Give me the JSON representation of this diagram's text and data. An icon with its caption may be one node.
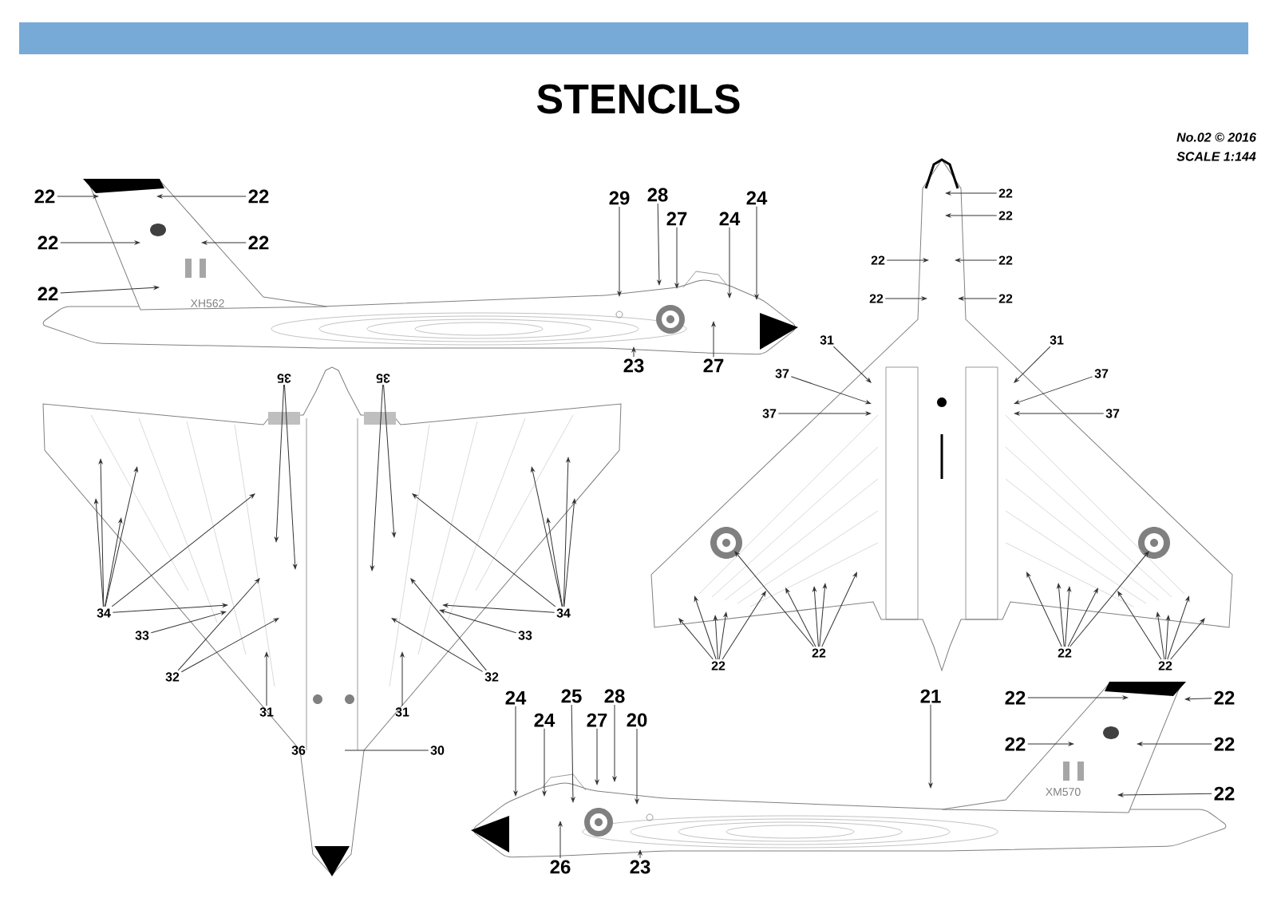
{
  "diagram": {
    "title": "STENCILS",
    "nodes": [
      {
        "text": [
          "22"
        ]
      },
      {
        "text": [
          "22"
        ]
      },
      {
        "text": [
          "22"
        ]
      },
      {
        "text": [
          "22"
        ]
      },
      {
        "text": [
          "22"
        ]
      },
      {
        "text": [
          "29"
        ]
      },
      {
        "text": [
          "28"
        ]
      },
      {
        "text": [
          "27"
        ]
      },
      {
        "text": [
          "24"
        ]
      },
      {
        "text": [
          "24"
        ]
      },
      {
        "text": [
          "23"
        ]
      },
      {
        "text": [
          "27"
        ]
      },
      {
        "text": [
          "35"
        ]
      },
      {
        "text": [
          "35"
        ]
      },
      {
        "text": [
          "34"
        ]
      },
      {
        "text": [
          "34"
        ]
      },
      {
        "text": [
          "33"
        ]
      },
      {
        "text": [
          "33"
        ]
      },
      {
        "text": [
          "32"
        ]
      },
      {
        "text": [
          "32"
        ]
      },
      {
        "text": [
          "31"
        ]
      },
      {
        "text": [
          "31"
        ]
      },
      {
        "text": [
          "30"
        ]
      },
      {
        "text": [
          "22"
        ]
      },
      {
        "text": [
          "22"
        ]
      },
      {
        "text": [
          "22"
        ]
      },
      {
        "text": [
          "22"
        ]
      },
      {
        "text": [
          "22"
        ]
      },
      {
        "text": [
          "22"
        ]
      },
      {
        "text": [
          "31"
        ]
      },
      {
        "text": [
          "31"
        ]
      },
      {
        "text": [
          "37"
        ]
      },
      {
        "text": [
          "37"
        ]
      },
      {
        "text": [
          "37"
        ]
      },
      {
        "text": [
          "37"
        ]
      },
      {
        "text": [
          "22"
        ]
      },
      {
        "text": [
          "22"
        ]
      },
      {
        "text": [
          "22"
        ]
      },
      {
        "text": [
          "22"
        ]
      },
      {
        "text": [
          "24"
        ]
      },
      {
        "text": [
          "24"
        ]
      },
      {
        "text": [
          "25"
        ]
      },
      {
        "text": [
          "27"
        ]
      },
      {
        "text": [
          "28"
        ]
      },
      {
        "text": [
          "20"
        ]
      },
      {
        "text": [
          "26"
        ]
      },
      {
        "text": [
          "23"
        ]
      },
      {
        "text": [
          "21"
        ]
      },
      {
        "text": [
          "22"
        ]
      },
      {
        "text": [
          "22"
        ]
      },
      {
        "text": [
          "22"
        ]
      },
      {
        "text": [
          "22"
        ]
      },
      {
        "text": [
          "22"
        ]
      }
    ],
    "edges": [
      {
        "from": 0,
        "to": null,
        "arrow": "to"
      },
      {
        "from": 1,
        "to": null,
        "arrow": "to"
      },
      {
        "from": 2,
        "to": null,
        "arrow": "to"
      },
      {
        "from": 3,
        "to": null,
        "arrow": "to"
      },
      {
        "from": 4,
        "to": null,
        "arrow": "to"
      },
      {
        "from": 5,
        "to": null,
        "arrow": "to"
      },
      {
        "from": 6,
        "to": null,
        "arrow": "to"
      },
      {
        "from": 7,
        "to": null,
        "arrow": "to"
      },
      {
        "from": 8,
        "to": null,
        "arrow": "to"
      },
      {
        "from": 9,
        "to": null,
        "arrow": "to"
      },
      {
        "from": 10,
        "to": null,
        "arrow": "to"
      },
      {
        "from": 11,
        "to": null,
        "arrow": "to"
      },
      {
        "from": 12,
        "to": null,
        "arrow": "to"
      },
      {
        "from": 12,
        "to": null,
        "arrow": "to"
      },
      {
        "from": 13,
        "to": null,
        "arrow": "to"
      },
      {
        "from": 13,
        "to": null,
        "arrow": "to"
      },
      {
        "from": 14,
        "to": null,
        "arrow": "to"
      },
      {
        "from": 14,
        "to": null,
        "arrow": "to"
      },
      {
        "from": 14,
        "to": null,
        "arrow": "to"
      },
      {
        "from": 14,
        "to": null,
        "arrow": "to"
      },
      {
        "from": 14,
        "to": null,
        "arrow": "to"
      },
      {
        "from": 14,
        "to": null,
        "arrow": "to"
      },
      {
        "from": 15,
        "to": null,
        "arrow": "to"
      },
      {
        "from": 15,
        "to": null,
        "arrow": "to"
      },
      {
        "from": 15,
        "to": null,
        "arrow": "to"
      },
      {
        "from": 15,
        "to": null,
        "arrow": "to"
      },
      {
        "from": 15,
        "to": null,
        "arrow": "to"
      },
      {
        "from": 15,
        "to": null,
        "arrow": "to"
      },
      {
        "from": 16,
        "to": null,
        "arrow": "to"
      },
      {
        "from": 17,
        "to": null,
        "arrow": "to"
      },
      {
        "from": 18,
        "to": null,
        "arrow": "to"
      },
      {
        "from": 18,
        "to": null,
        "arrow": "to"
      },
      {
        "from": 19,
        "to": null,
        "arrow": "to"
      },
      {
        "from": 19,
        "to": null,
        "arrow": "to"
      },
      {
        "from": 20,
        "to": null,
        "arrow": "to"
      },
      {
        "from": 21,
        "to": null,
        "arrow": "to"
      },
      {
        "from": 22,
        "to": null,
        "arrow": "none"
      },
      {
        "from": 23,
        "to": null,
        "arrow": "to"
      },
      {
        "from": 24,
        "to": null,
        "arrow": "to"
      },
      {
        "from": 25,
        "to": null,
        "arrow": "to"
      },
      {
        "from": 26,
        "to": null,
        "arrow": "to"
      },
      {
        "from": 27,
        "to": null,
        "arrow": "to"
      },
      {
        "from": 28,
        "to": null,
        "arrow": "to"
      },
      {
        "from": 29,
        "to": null,
        "arrow": "to"
      },
      {
        "from": 30,
        "to": null,
        "arrow": "to"
      },
      {
        "from": 31,
        "to": null,
        "arrow": "to"
      },
      {
        "from": 32,
        "to": null,
        "arrow": "to"
      },
      {
        "from": 33,
        "to": null,
        "arrow": "to"
      },
      {
        "from": 34,
        "to": null,
        "arrow": "to"
      },
      {
        "from": 35,
        "to": null,
        "arrow": "to"
      },
      {
        "from": 35,
        "to": null,
        "arrow": "to"
      },
      {
        "from": 35,
        "to": null,
        "arrow": "to"
      },
      {
        "from": 35,
        "to": null,
        "arrow": "to"
      },
      {
        "from": 35,
        "to": null,
        "arrow": "to"
      },
      {
        "from": 36,
        "to": null,
        "arrow": "to"
      },
      {
        "from": 36,
        "to": null,
        "arrow": "to"
      },
      {
        "from": 36,
        "to": null,
        "arrow": "to"
      },
      {
        "from": 36,
        "to": null,
        "arrow": "to"
      },
      {
        "from": 36,
        "to": null,
        "arrow": "to"
      },
      {
        "from": 37,
        "to": null,
        "arrow": "to"
      },
      {
        "from": 37,
        "to": null,
        "arrow": "to"
      },
      {
        "from": 37,
        "to": null,
        "arrow": "to"
      },
      {
        "from": 37,
        "to": null,
        "arrow": "to"
      },
      {
        "from": 37,
        "to": null,
        "arrow": "to"
      },
      {
        "from": 38,
        "to": null,
        "arrow": "to"
      },
      {
        "from": 38,
        "to": null,
        "arrow": "to"
      },
      {
        "from": 38,
        "to": null,
        "arrow": "to"
      },
      {
        "from": 38,
        "to": null,
        "arrow": "to"
      },
      {
        "from": 38,
        "to": null,
        "arrow": "to"
      },
      {
        "from": 39,
        "to": null,
        "arrow": "to"
      },
      {
        "from": 40,
        "to": null,
        "arrow": "to"
      },
      {
        "from": 41,
        "to": null,
        "arrow": "to"
      },
      {
        "from": 42,
        "to": null,
        "arrow": "to"
      },
      {
        "from": 43,
        "to": null,
        "arrow": "to"
      },
      {
        "from": 44,
        "to": null,
        "arrow": "to"
      },
      {
        "from": 45,
        "to": null,
        "arrow": "to"
      },
      {
        "from": 46,
        "to": null,
        "arrow": "to"
      },
      {
        "from": 47,
        "to": null,
        "arrow": "to"
      },
      {
        "from": 48,
        "to": null,
        "arrow": "to"
      },
      {
        "from": 49,
        "to": null,
        "arrow": "to"
      },
      {
        "from": 50,
        "to": null,
        "arrow": "to"
      },
      {
        "from": 51,
        "to": null,
        "arrow": "to"
      },
      {
        "from": 52,
        "to": null,
        "arrow": "to"
      }
    ],
    "labels": [
      "36",
      "No.02 © 2016",
      "SCALE 1:144",
      "XH562",
      "XM570"
    ]
  }
}
